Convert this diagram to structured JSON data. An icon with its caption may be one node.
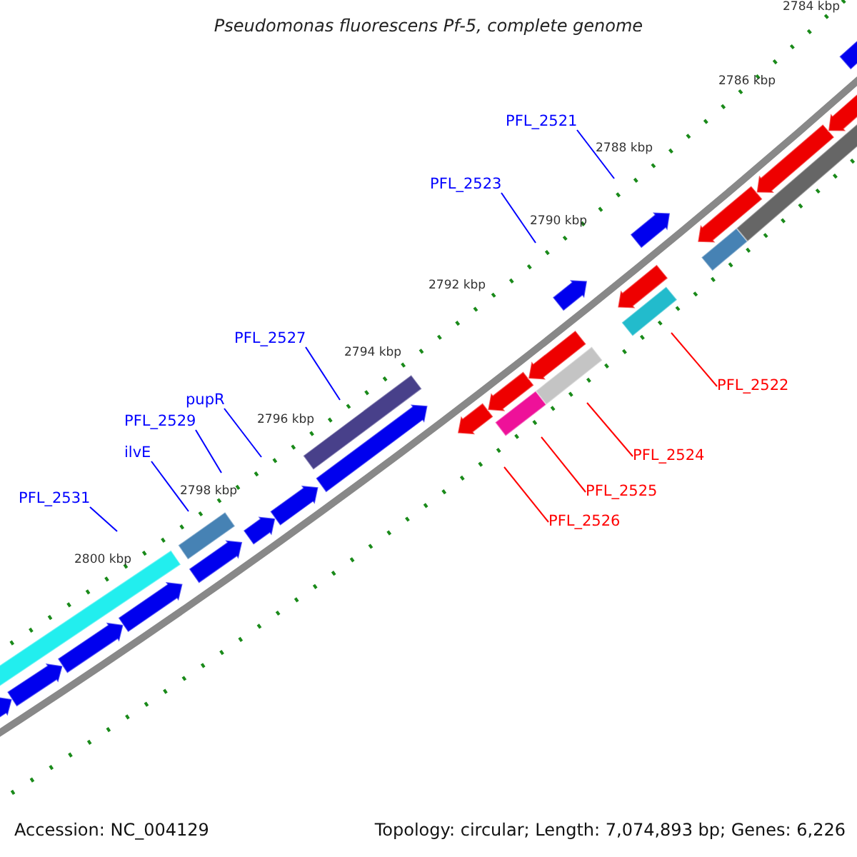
{
  "diagram": {
    "title": "Pseudomonas fluorescens Pf-5, complete genome",
    "nodes": [
      {
        "text": [
          "PFL_2521"
        ]
      },
      {
        "text": [
          "PFL_2523"
        ]
      },
      {
        "text": [
          "PFL_2527"
        ]
      },
      {
        "text": [
          "PFL_2522"
        ]
      },
      {
        "text": [
          "pupR"
        ]
      },
      {
        "text": [
          "PFL_2529"
        ]
      },
      {
        "text": [
          "ilvE"
        ]
      },
      {
        "text": [
          "PFL_2524"
        ]
      },
      {
        "text": [
          "PFL_2525"
        ]
      },
      {
        "text": [
          "PFL_2531"
        ]
      },
      {
        "text": [
          "PFL_2526"
        ]
      }
    ],
    "edges": [
      {
        "from": 0,
        "to": null,
        "arrow": "none"
      },
      {
        "from": 1,
        "to": null,
        "arrow": "none"
      },
      {
        "from": 2,
        "to": null,
        "arrow": "none"
      },
      {
        "from": 3,
        "to": null,
        "arrow": "none",
        "color": "#ff0000"
      },
      {
        "from": 4,
        "to": null,
        "arrow": "none"
      },
      {
        "from": 5,
        "to": null,
        "arrow": "none"
      },
      {
        "from": 6,
        "to": null,
        "arrow": "none"
      },
      {
        "from": 7,
        "to": null,
        "arrow": "none",
        "color": "#ff0000"
      },
      {
        "from": 8,
        "to": null,
        "arrow": "none",
        "color": "#ff0000"
      },
      {
        "from": 9,
        "to": null,
        "arrow": "none"
      },
      {
        "from": 10,
        "to": null,
        "arrow": "none",
        "color": "#ff0000"
      }
    ],
    "labels": [
      "2784 kbp",
      "2786 kbp",
      "2788 kbp",
      "2790 kbp",
      "2792 kbp",
      "2794 kbp",
      "2796 kbp",
      "2798 kbp",
      "2800 kbp",
      "Accession: NC_004129",
      "Topology: circular; Length: 7,074,893 bp; Genes: 6,226"
    ]
  }
}
